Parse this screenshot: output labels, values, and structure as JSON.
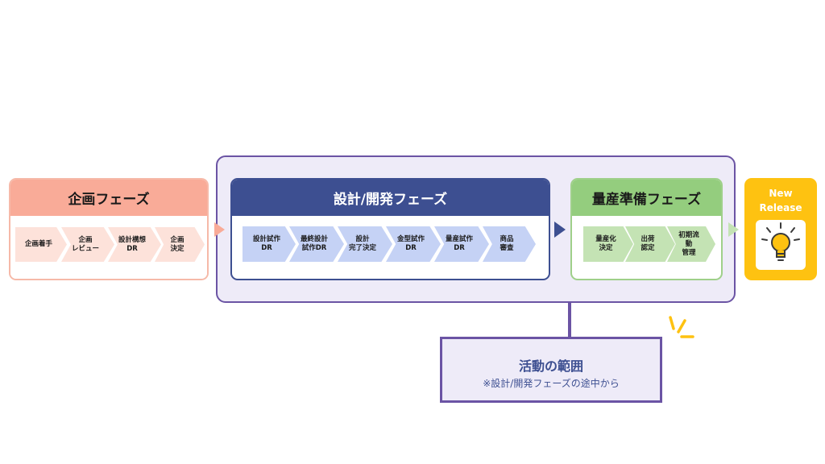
{
  "phases": {
    "plan": {
      "title": "企画フェーズ",
      "steps": [
        "企画着手",
        "企画\nレビュー",
        "設計構想\nDR",
        "企画\n決定"
      ]
    },
    "dev": {
      "title": "設計/開発フェーズ",
      "steps": [
        "設計試作\nDR",
        "最終設計\n試作DR",
        "設計\n完了決定",
        "金型試作\nDR",
        "量産試作\nDR",
        "商品\n審査"
      ]
    },
    "mass": {
      "title": "量産準備フェーズ",
      "steps": [
        "量産化\n決定",
        "出荷\n認定",
        "初期流\n動\n管理"
      ]
    }
  },
  "release": {
    "label": "New\nRelease",
    "icon": "lightbulb-icon"
  },
  "callout": {
    "title": "活動の範囲",
    "subtitle": "※設計/開発フェーズの途中から"
  },
  "colors": {
    "plan": "#f9ab98",
    "dev": "#3d4f91",
    "mass": "#94cd7e",
    "release": "#fec211",
    "scope": "#6b54a4"
  }
}
